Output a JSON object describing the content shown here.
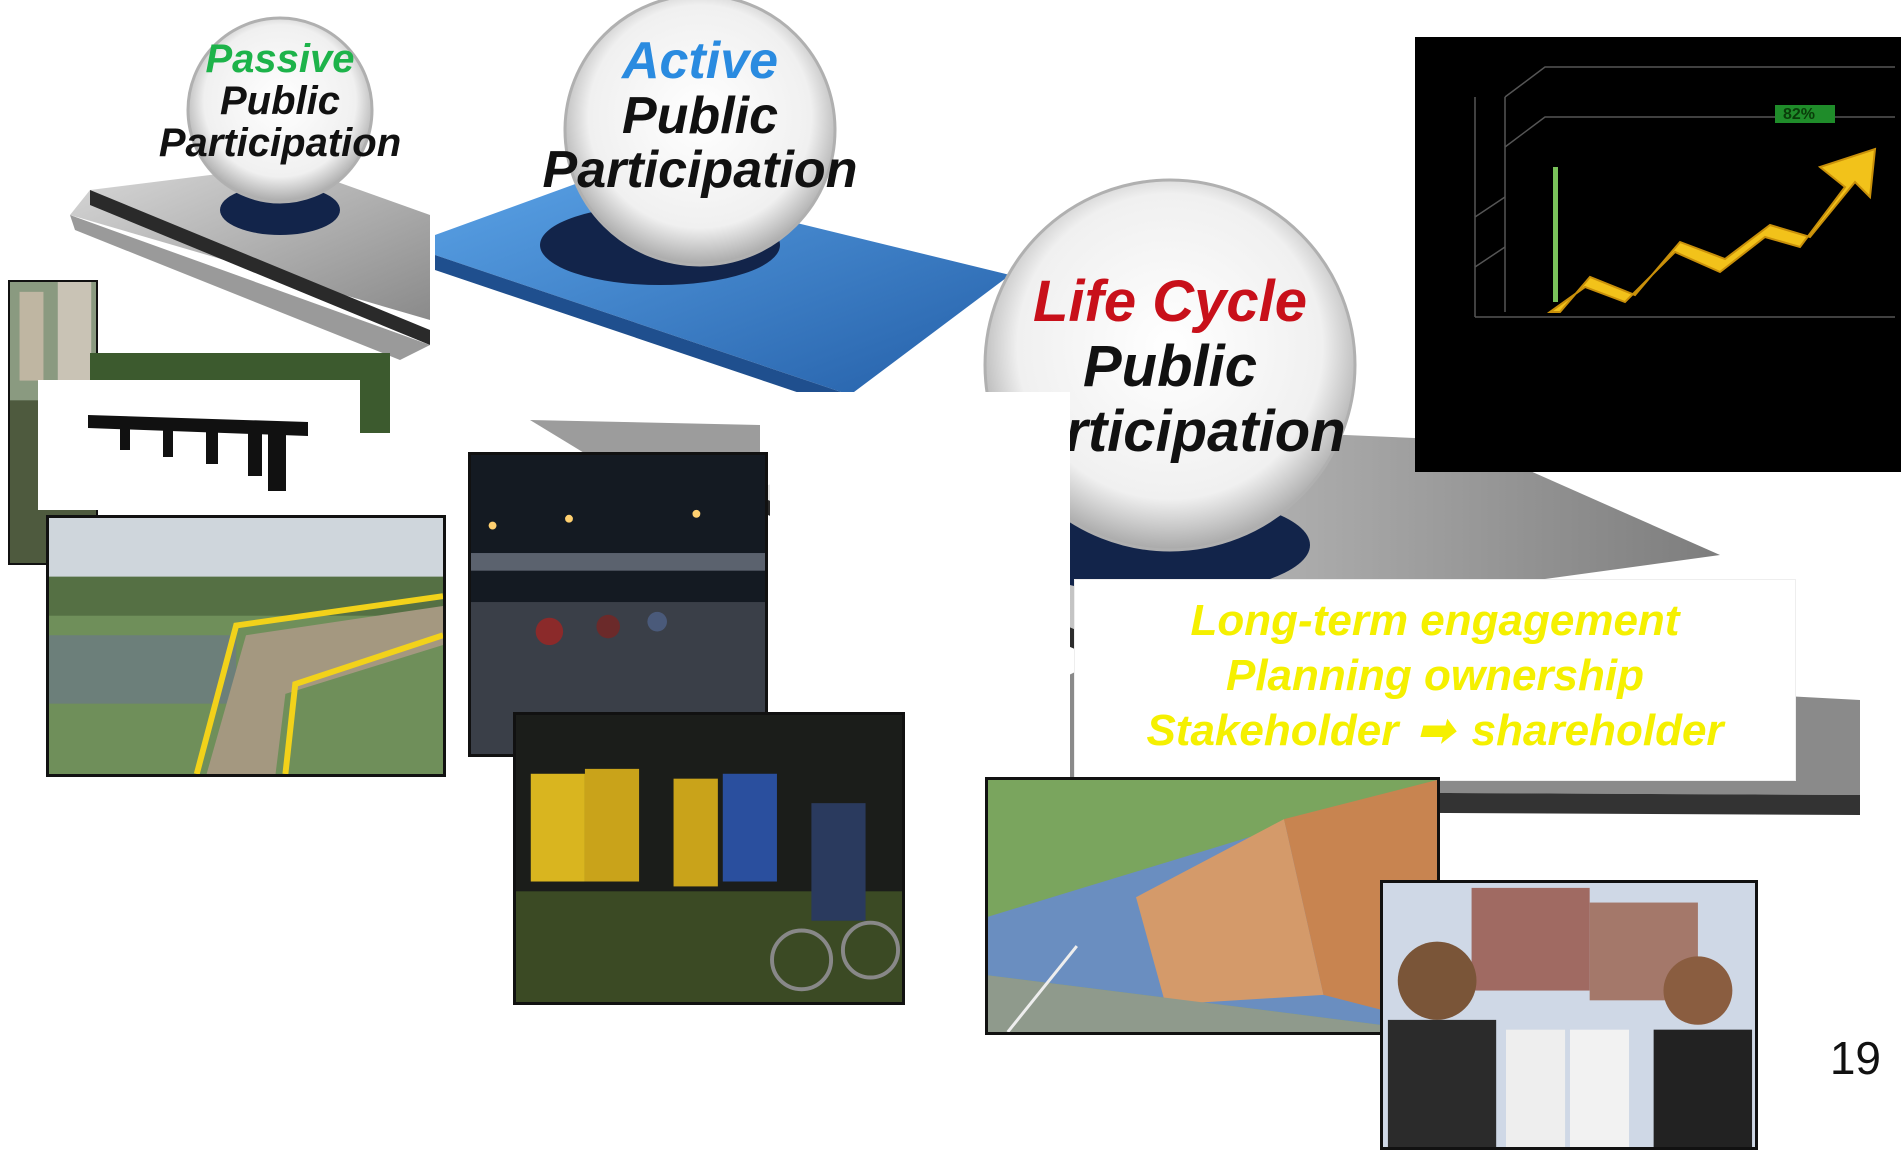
{
  "stages": {
    "passive": {
      "keyword": "Passive",
      "line2": "Public",
      "line3": "Participation",
      "keyword_color": "#1db34a"
    },
    "active": {
      "keyword": "Active",
      "line2": "Public",
      "line3": "Participation",
      "keyword_color": "#2a8be0"
    },
    "lifecycle": {
      "keyword": "Life Cycle",
      "line2": "Public",
      "line3": "Participation",
      "keyword_color": "#c8101a"
    }
  },
  "benefits": {
    "line1": "Long-term engagement",
    "line2": "Planning ownership",
    "line3_left": "Stakeholder",
    "arrow": "➡",
    "line3_right": "shareholder"
  },
  "chart_data": {
    "type": "bar",
    "visible_label": "82%",
    "title": "",
    "xlabel": "",
    "ylabel": ""
  },
  "page": {
    "number": "19"
  },
  "colors": {
    "accent_yellow": "#f5f000",
    "platform_blue": "#2e74c4",
    "platform_gray": "#9a9a9a",
    "dark_navy": "#12244a"
  }
}
